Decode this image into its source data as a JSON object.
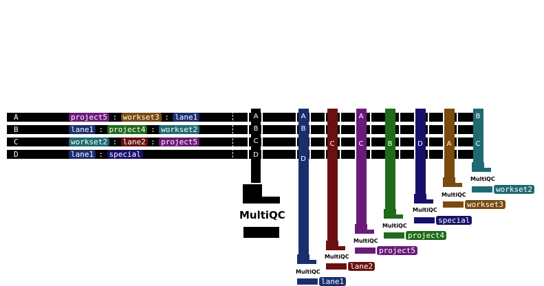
{
  "colors": {
    "black": "#000000",
    "project5": "#6a1b7a",
    "workset3": "#7a4a0f",
    "lane1": "#1a2e6e",
    "project4": "#1f6b1a",
    "workset2": "#1f6a72",
    "lane2": "#6b0f0f",
    "special": "#18106a"
  },
  "rows": [
    {
      "label": "A",
      "tags": [
        {
          "text": "project5",
          "key": "project5"
        },
        {
          "text": "workset3",
          "key": "workset3"
        },
        {
          "text": "lane1",
          "key": "lane1"
        }
      ],
      "seps": [
        ":",
        ":"
      ]
    },
    {
      "label": "B",
      "tags": [
        {
          "text": "lane1",
          "key": "lane1"
        },
        {
          "text": "project4",
          "key": "project4"
        },
        {
          "text": "workset2",
          "key": "workset2"
        }
      ],
      "seps": [
        ":",
        ":"
      ]
    },
    {
      "label": "C",
      "tags": [
        {
          "text": "workset2",
          "key": "workset2"
        },
        {
          "text": "lane2",
          "key": "lane2"
        },
        {
          "text": "project5",
          "key": "project5"
        }
      ],
      "seps": [
        ":",
        ":"
      ]
    },
    {
      "label": "D",
      "tags": [
        {
          "text": "lane1",
          "key": "lane1"
        },
        {
          "text": "special",
          "key": "special"
        }
      ],
      "seps": [
        ":"
      ]
    }
  ],
  "main_column": {
    "letters": [
      "A",
      "B",
      "C",
      "D"
    ],
    "logo": "MultiQC"
  },
  "outputs": [
    {
      "name": "lane1",
      "key": "lane1",
      "letters": [
        "A",
        "B",
        "D"
      ],
      "logo": "MultiQC"
    },
    {
      "name": "lane2",
      "key": "lane2",
      "letters": [
        "C"
      ],
      "logo": "MultiQC"
    },
    {
      "name": "project5",
      "key": "project5",
      "letters": [
        "A",
        "C"
      ],
      "logo": "MultiQC"
    },
    {
      "name": "project4",
      "key": "project4",
      "letters": [
        "B"
      ],
      "logo": "MultiQC"
    },
    {
      "name": "special",
      "key": "special",
      "letters": [
        "D"
      ],
      "logo": "MultiQC"
    },
    {
      "name": "workset3",
      "key": "workset3",
      "letters": [
        "A"
      ],
      "logo": "MultiQC"
    },
    {
      "name": "workset2",
      "key": "workset2",
      "letters": [
        "B",
        "C"
      ],
      "logo": "MultiQC"
    }
  ]
}
